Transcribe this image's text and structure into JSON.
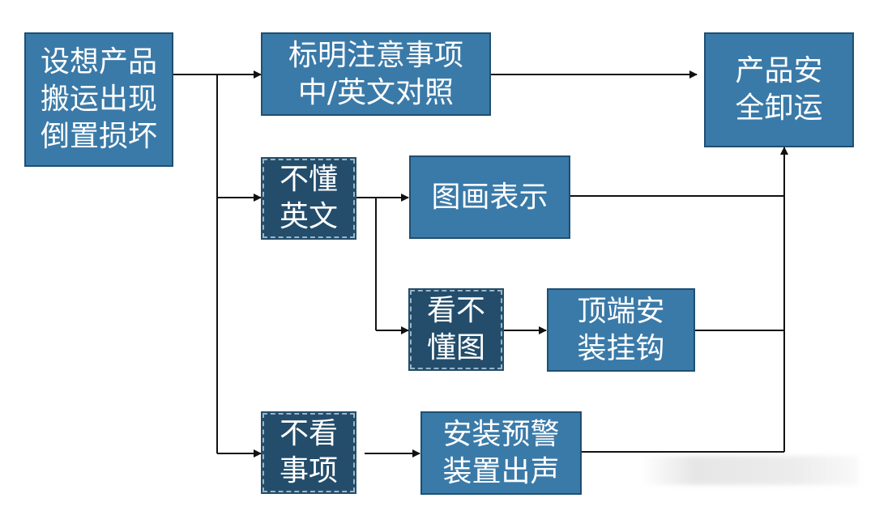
{
  "nodes": {
    "problem": "设想产品\n搬运出现\n倒置损坏",
    "bilingual_notice": "标明注意事项\n中/英文对照",
    "safe_unloading": "产品安\n全卸运",
    "no_english": "不懂\n英文",
    "pictogram": "图画表示",
    "no_picture": "看不\n懂图",
    "top_hook": "顶端安\n装挂钩",
    "ignore_notice": "不看\n事项",
    "audio_alarm": "安装预警\n装置出声"
  },
  "colors": {
    "box_fill": "#3a7aa8",
    "dashed_box_fill": "#234d6b",
    "line": "#111111",
    "text": "#ffffff"
  }
}
